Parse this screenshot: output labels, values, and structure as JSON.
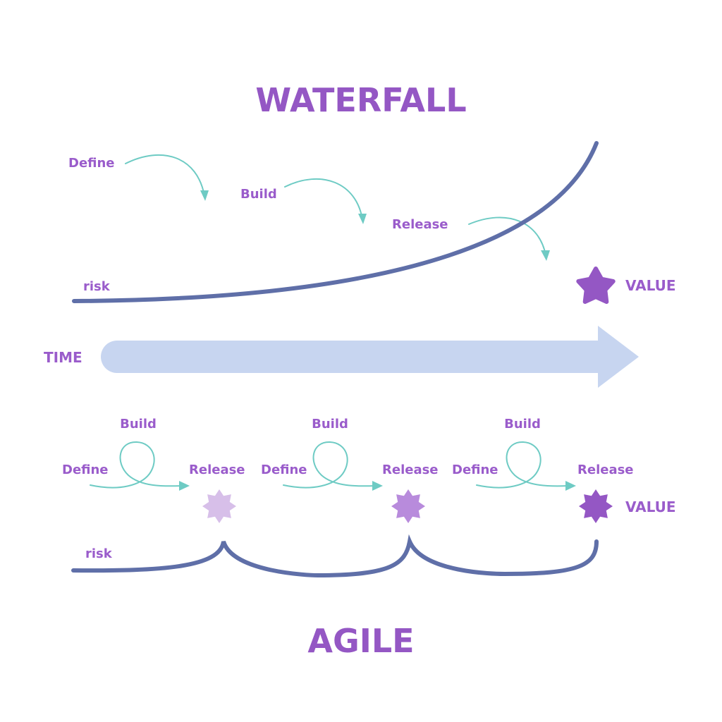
{
  "waterfall": {
    "title": "WATERFALL",
    "steps": [
      "Define",
      "Build",
      "Release"
    ],
    "risk_label": "risk",
    "value_label": "VALUE"
  },
  "time_label": "TIME",
  "agile": {
    "title": "AGILE",
    "cycles": [
      {
        "define": "Define",
        "build": "Build",
        "release": "Release"
      },
      {
        "define": "Define",
        "build": "Build",
        "release": "Release"
      },
      {
        "define": "Define",
        "build": "Build",
        "release": "Release"
      }
    ],
    "risk_label": "risk",
    "value_label": "VALUE"
  },
  "colors": {
    "title": "#9457c4",
    "label": "#9a5ccb",
    "risk_curve": "#5f6fa8",
    "flow_arrow": "#6ecbc4",
    "time_arrow": "#c7d5f0",
    "value_star": "#9457c4",
    "burst_1": "#d7bfe9",
    "burst_2": "#b88bdc",
    "burst_3": "#9457c4"
  },
  "icons": {
    "waterfall_value": "star-icon",
    "agile_release": "starburst-icon"
  }
}
